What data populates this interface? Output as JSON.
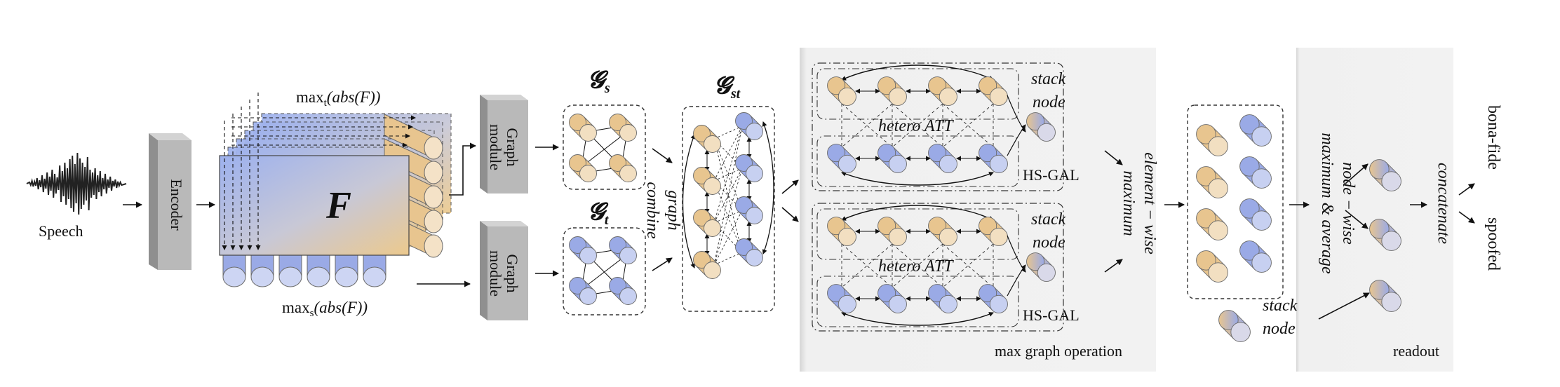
{
  "labels": {
    "speech": "Speech",
    "encoder": "Encoder",
    "feature": "F",
    "max_t_prefix": "max",
    "max_t_sub": "t",
    "max_t_arg": "(abs(F))",
    "max_s_prefix": "max",
    "max_s_sub": "s",
    "max_s_arg": "(abs(F))",
    "graph_module_line1": "Graph",
    "graph_module_line2": "module",
    "g_s_main": "𝓖",
    "g_s_sub": "s",
    "g_t_main": "𝓖",
    "g_t_sub": "t",
    "g_st_main": "𝓖",
    "g_st_sub": "st",
    "graph_combine_line1": "graph",
    "graph_combine_line2": "combine",
    "stack_node_line1": "stack",
    "stack_node_line2": "node",
    "hetero_att": "hetero ATT",
    "hs_gal": "HS-GAL",
    "element_wise_line1": "element − wise",
    "element_wise_line2": "maximum",
    "max_graph_operation": "max graph operation",
    "node_wise_line1": "node − wise",
    "node_wise_line2": "maximum & average",
    "concatenate": "concatenate",
    "readout": "readout",
    "bona_fide": "bona-fide",
    "spoofed": "spoofed"
  },
  "colors": {
    "tan_node": "#e8c58f",
    "blue_node": "#9aaae6",
    "panel_gray": "#ececec",
    "block_gray": "#b9b9b9"
  }
}
